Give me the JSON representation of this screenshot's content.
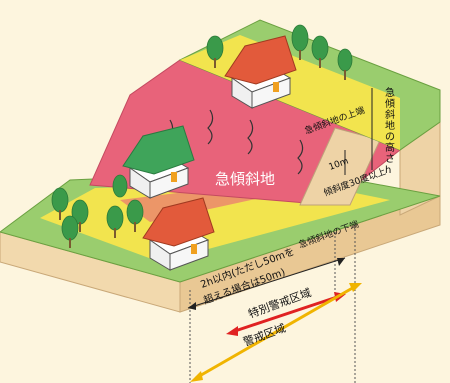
{
  "labels": {
    "steep_slope": "急傾斜地",
    "slope_top": "急傾斜地の上端",
    "slope_bottom": "急傾斜地の下端",
    "slope_height": "急傾斜地の高さh",
    "ten_m": "10m",
    "angle": "傾斜度30度以上",
    "within_2h_line1": "2h以内(ただし50mを",
    "within_2h_line2": "超える場合は50m)",
    "special_zone": "特別警戒区域",
    "warning_zone": "警戒区域"
  },
  "colors": {
    "background": "#fdf5de",
    "steep_slope": "#e8637a",
    "yellow_zone": "#f2e44e",
    "green_ground": "#9acd6e",
    "earth_side": "#f2d9ad",
    "special_arrow": "#e02222",
    "warning_arrow": "#f0b400",
    "house_roof_red": "#e25a3b",
    "house_roof_green": "#3fa45a"
  }
}
